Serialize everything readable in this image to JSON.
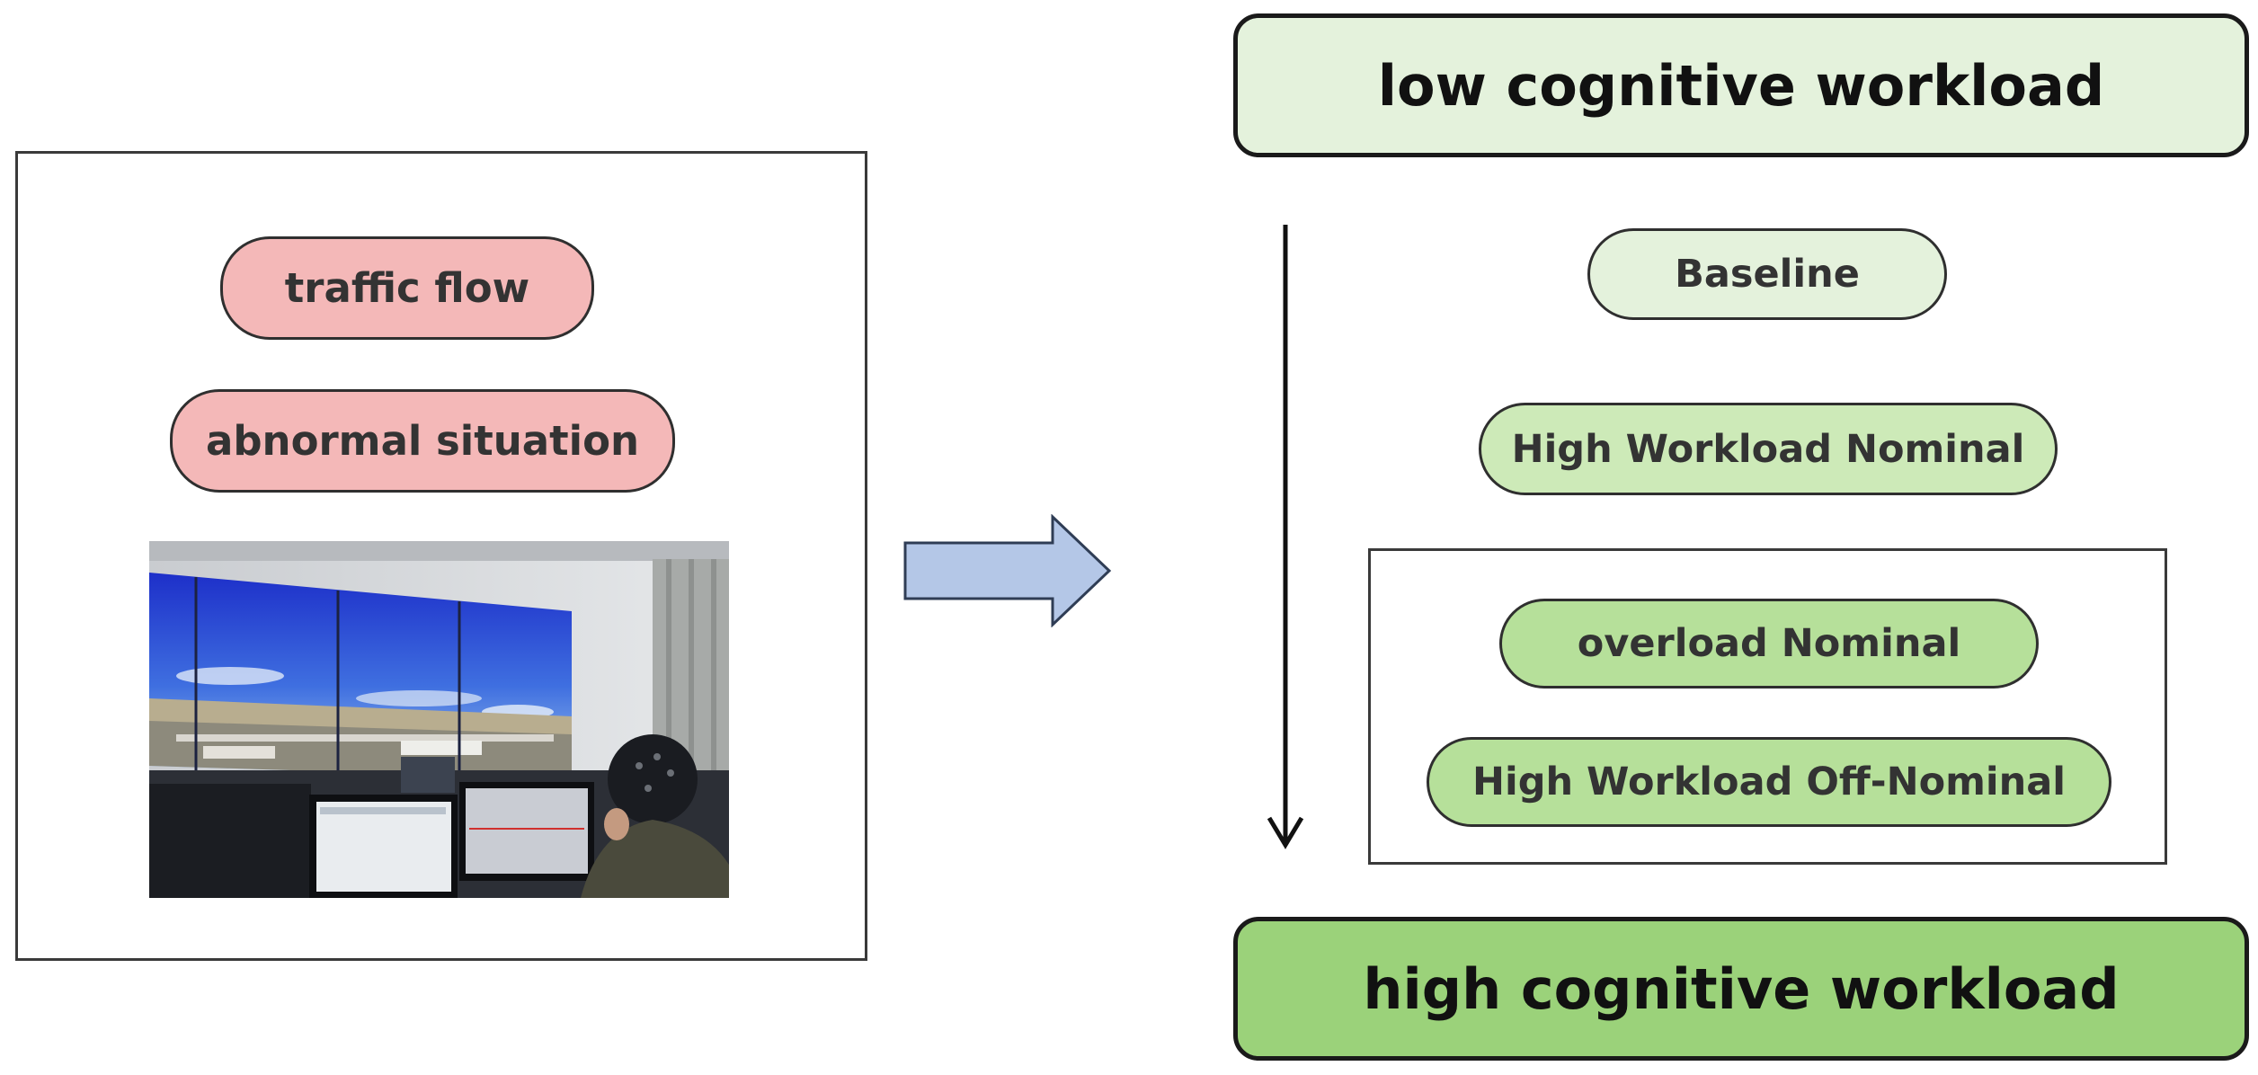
{
  "left_panel": {
    "pills": [
      "traffic flow",
      "abnormal situation"
    ],
    "photo_icon": "control-tower-simulator-photo"
  },
  "right_panel": {
    "top_label": "low cognitive workload",
    "bottom_label": "high cognitive workload",
    "levels": [
      "Baseline",
      "High Workload Nominal",
      "overload Nominal",
      "High Workload Off-Nominal"
    ]
  },
  "colors": {
    "pink_fill": "#f4b8b8",
    "green_lightest": "#e4f2dc",
    "green_light": "#cdeab8",
    "green_mid": "#b6e09a",
    "green_strong": "#9bd27a",
    "arrow_fill": "#b4c7e7",
    "arrow_stroke": "#2f3d55"
  }
}
